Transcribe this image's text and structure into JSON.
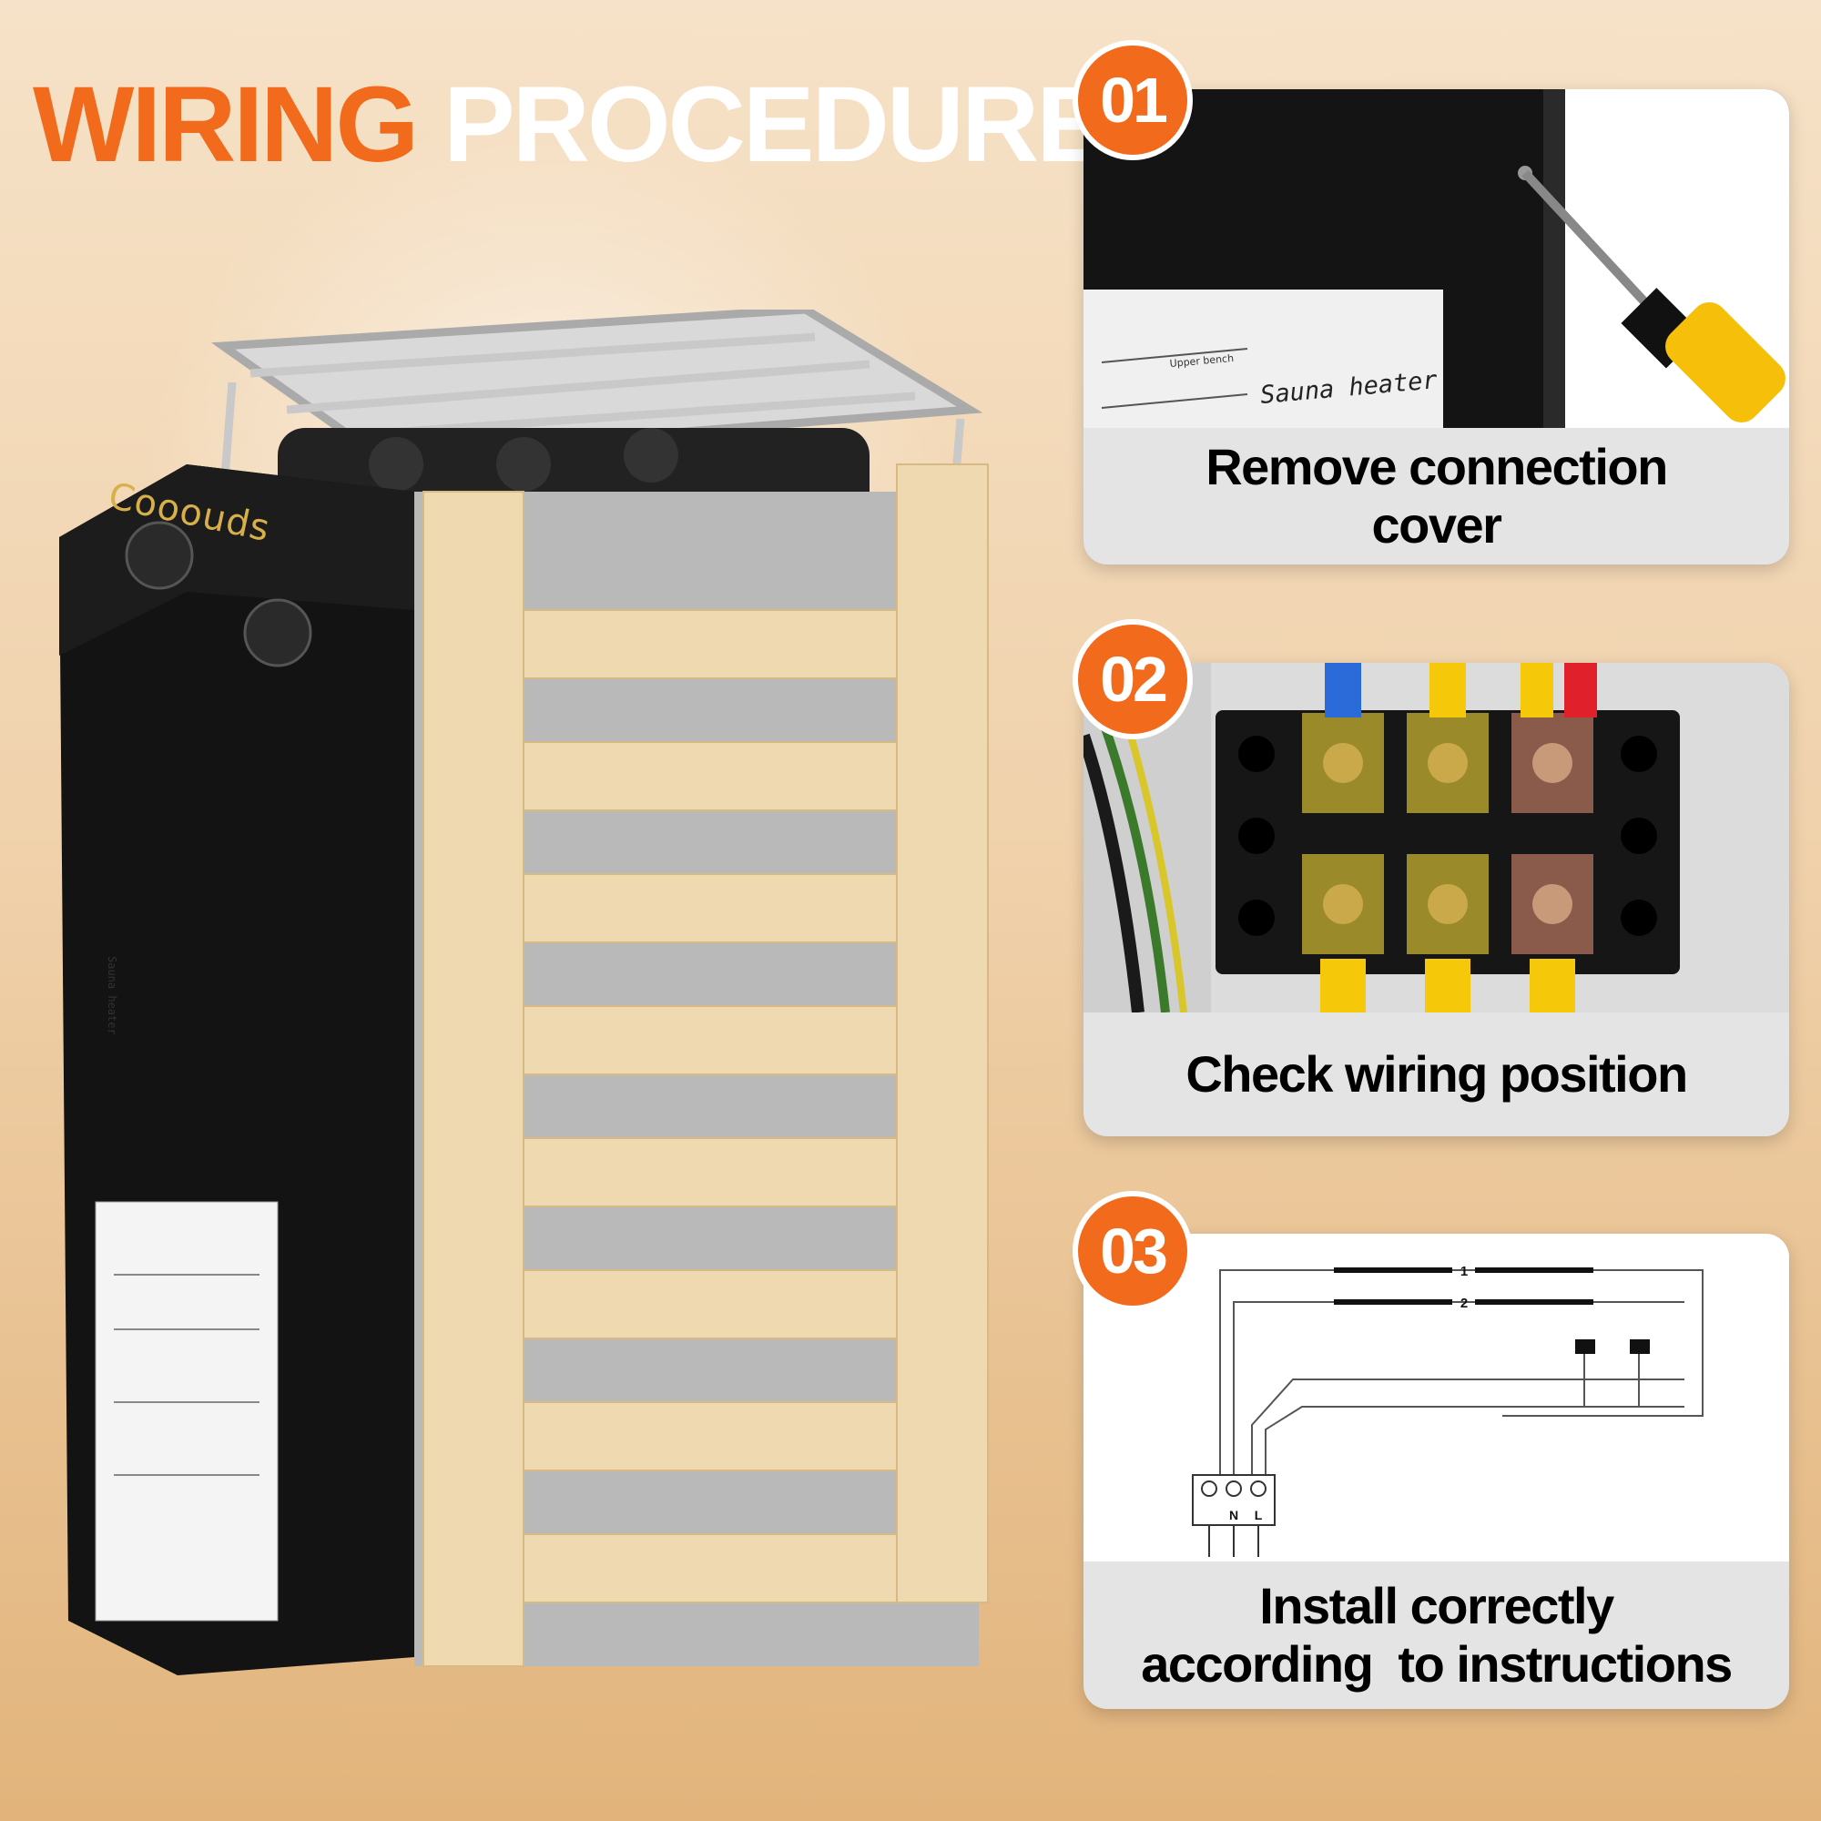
{
  "header": {
    "title_part1": "WIRING",
    "title_part2": "PROCEDURES"
  },
  "heater": {
    "brand": "Cooouds",
    "label_text": "Sauna heater"
  },
  "steps": [
    {
      "number": "01",
      "caption": "Remove connection cover",
      "photo_label": "Sauna heater",
      "diagram_label": "Upper bench"
    },
    {
      "number": "02",
      "caption": "Check wiring position"
    },
    {
      "number": "03",
      "caption_line1": "Install correctly",
      "caption_line2": "according  to instructions",
      "terminal_labels": [
        "N",
        "L"
      ],
      "wire_labels": [
        "1",
        "2"
      ]
    }
  ],
  "colors": {
    "accent": "#f26a1b",
    "title_secondary": "#ffffff",
    "card_bg": "#e4e4e4",
    "heater_body": "#111111",
    "wood": "#efd9b0"
  }
}
